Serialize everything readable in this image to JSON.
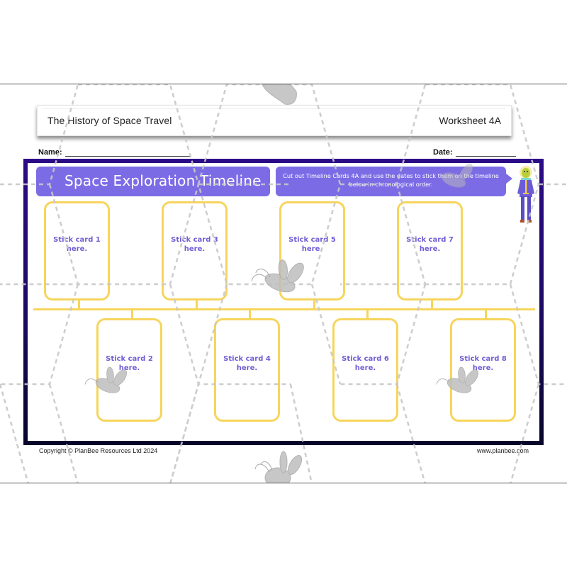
{
  "header": {
    "title": "The History of Space Travel",
    "worksheet": "Worksheet 4A"
  },
  "fields": {
    "name_label": "Name:",
    "date_label": "Date:"
  },
  "banner": {
    "title": "Space Exploration Timeline",
    "instruction_line1": "Cut out Timeline Cards 4A and use the dates to stick them on the timeline",
    "instruction_line2": "below in chronological order."
  },
  "cards": {
    "top": [
      {
        "line1": "Stick card 1",
        "line2": "here."
      },
      {
        "line1": "Stick card 3",
        "line2": "here."
      },
      {
        "line1": "Stick card 5",
        "line2": "here."
      },
      {
        "line1": "Stick card 7",
        "line2": "here."
      }
    ],
    "bottom": [
      {
        "line1": "Stick card 2",
        "line2": "here."
      },
      {
        "line1": "Stick card 4",
        "line2": "here."
      },
      {
        "line1": "Stick card 6",
        "line2": "here."
      },
      {
        "line1": "Stick card 8",
        "line2": "here."
      }
    ]
  },
  "footer": {
    "copyright": "Copyright © PlanBee Resources Ltd 2024",
    "website": "www.planbee.com"
  },
  "icons": {
    "character": "alien-astronaut-icon",
    "watermark": "bee-watermark-icon"
  },
  "colors": {
    "banner": "#7b6ce6",
    "card_border": "#f7d55c",
    "card_text": "#6f5ed4",
    "frame_top": "#2c0b87",
    "frame_bottom": "#07052a"
  }
}
